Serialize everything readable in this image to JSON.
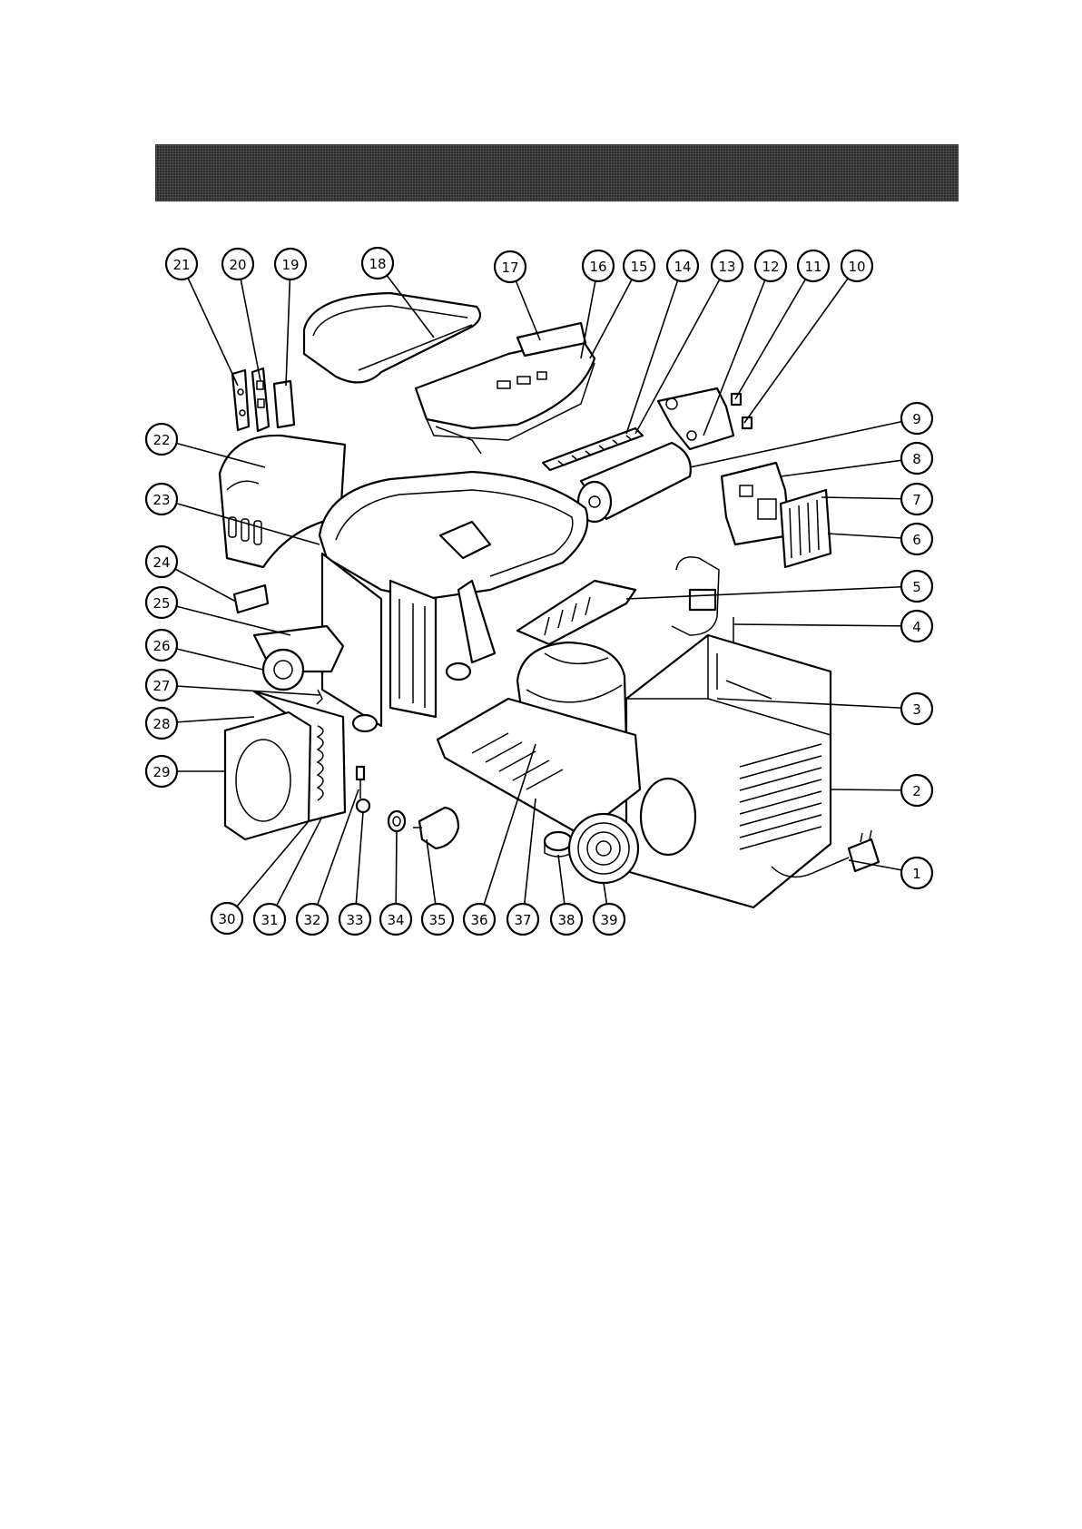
{
  "header": {
    "background": "#2b2b2b"
  },
  "callouts": [
    {
      "label": "1"
    },
    {
      "label": "2"
    },
    {
      "label": "3"
    },
    {
      "label": "4"
    },
    {
      "label": "5"
    },
    {
      "label": "6"
    },
    {
      "label": "7"
    },
    {
      "label": "8"
    },
    {
      "label": "9"
    },
    {
      "label": "10"
    },
    {
      "label": "11"
    },
    {
      "label": "12"
    },
    {
      "label": "13"
    },
    {
      "label": "14"
    },
    {
      "label": "15"
    },
    {
      "label": "16"
    },
    {
      "label": "17"
    },
    {
      "label": "18"
    },
    {
      "label": "19"
    },
    {
      "label": "20"
    },
    {
      "label": "21"
    },
    {
      "label": "22"
    },
    {
      "label": "23"
    },
    {
      "label": "24"
    },
    {
      "label": "25"
    },
    {
      "label": "26"
    },
    {
      "label": "27"
    },
    {
      "label": "28"
    },
    {
      "label": "29"
    },
    {
      "label": "30"
    },
    {
      "label": "31"
    },
    {
      "label": "32"
    },
    {
      "label": "33"
    },
    {
      "label": "34"
    },
    {
      "label": "35"
    },
    {
      "label": "36"
    },
    {
      "label": "37"
    },
    {
      "label": "38"
    },
    {
      "label": "39"
    }
  ]
}
